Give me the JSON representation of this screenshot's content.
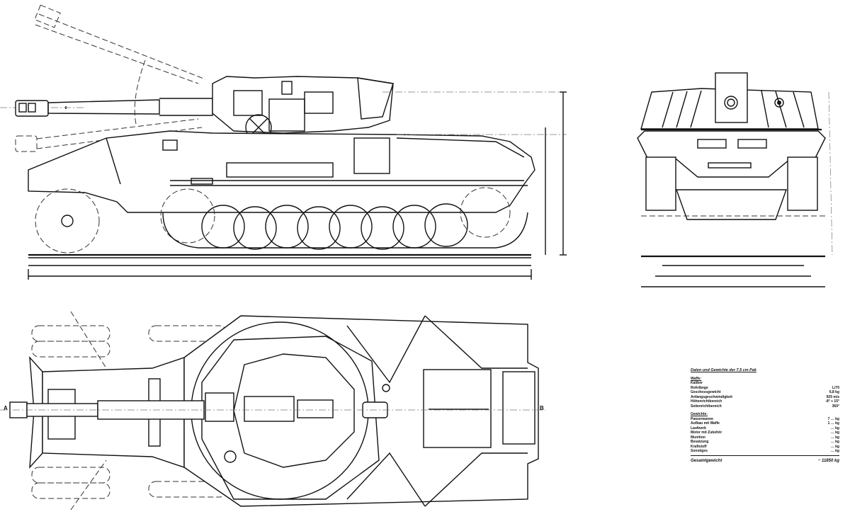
{
  "drawing": {
    "subject": "Tank destroyer technical drawing — side view, front view, top view",
    "views": [
      "side-elevation",
      "front-elevation",
      "plan-view"
    ],
    "section_markers": {
      "left": "A",
      "right": "B"
    }
  },
  "table": {
    "title": "Daten und Gewichte der 7,5 cm Pak",
    "sections": [
      {
        "heading": "Waffe:",
        "rows": [
          {
            "label": "Kaliber",
            "value": ""
          },
          {
            "label": "Rohrlänge",
            "value": "L/70"
          },
          {
            "label": "Geschossgewicht",
            "value": "6,8 kg"
          },
          {
            "label": "Anfangsgeschwindigkeit",
            "value": "925 m/s"
          },
          {
            "label": "Höhenrichtbereich",
            "value": "-8° + 15°"
          },
          {
            "label": "Seitenrichtbereich",
            "value": "360°"
          }
        ]
      },
      {
        "heading": "Gewichte:",
        "rows": [
          {
            "label": "Panzerwanne",
            "value": "7 …",
            "unit": "kg"
          },
          {
            "label": "Aufbau mit Waffe",
            "value": "1 …",
            "unit": "kg"
          },
          {
            "label": "Laufwerk",
            "value": "…",
            "unit": "kg"
          },
          {
            "label": "Motor mit Zubehör",
            "value": "…",
            "unit": "kg"
          },
          {
            "label": "Munition",
            "value": "…",
            "unit": "kg"
          },
          {
            "label": "Besatzung",
            "value": "…",
            "unit": "kg"
          },
          {
            "label": "Kraftstoff",
            "value": "…",
            "unit": "kg"
          },
          {
            "label": "Sonstiges",
            "value": "…",
            "unit": "kg"
          }
        ]
      }
    ],
    "total_label": "Gesamtgewicht",
    "total_value": "~ 11850",
    "total_unit": "kg"
  }
}
